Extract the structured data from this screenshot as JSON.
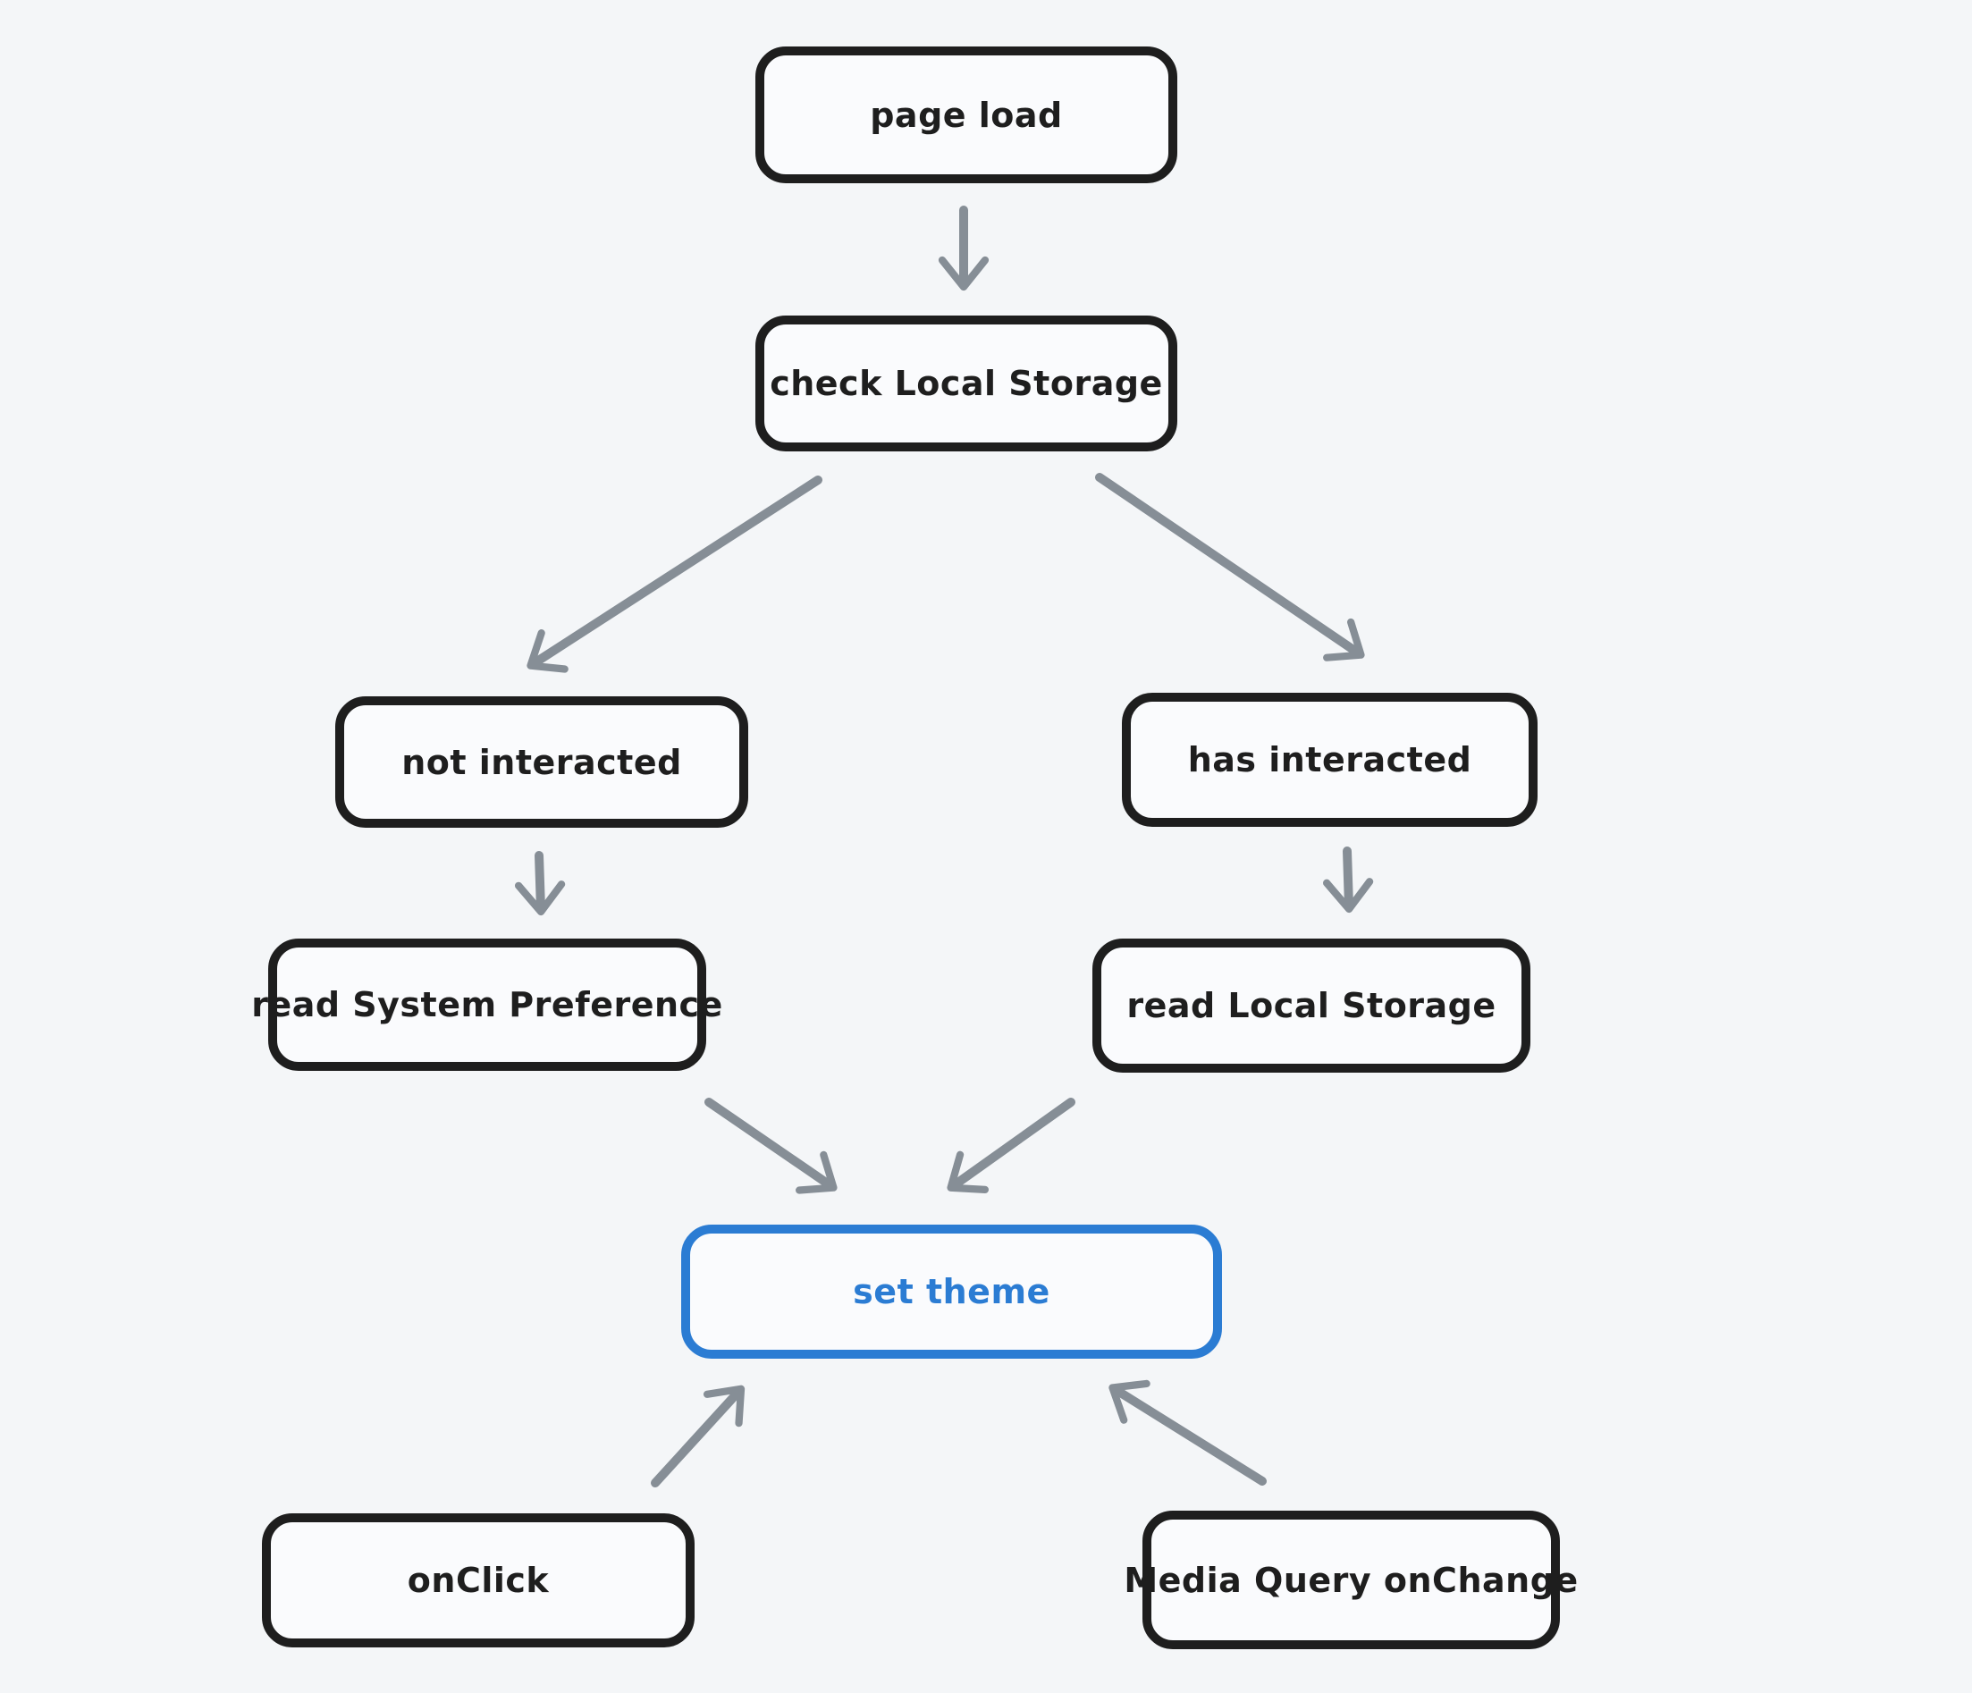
{
  "canvas": {
    "background_color": "#f4f6f8",
    "node_stroke_color": "#1e1e1e",
    "accent_color": "#2b7cd3",
    "arrow_color": "#868e96",
    "node_fill_color": "#fafbfd"
  },
  "diagram": {
    "type": "flowchart",
    "nodes": [
      {
        "id": "page-load",
        "label": "page load",
        "accent": false
      },
      {
        "id": "check-local-storage",
        "label": "check Local Storage",
        "accent": false
      },
      {
        "id": "not-interacted",
        "label": "not interacted",
        "accent": false
      },
      {
        "id": "has-interacted",
        "label": "has interacted",
        "accent": false
      },
      {
        "id": "read-system-preference",
        "label": "read System Preference",
        "accent": false
      },
      {
        "id": "read-local-storage",
        "label": "read Local Storage",
        "accent": false
      },
      {
        "id": "set-theme",
        "label": "set theme",
        "accent": true
      },
      {
        "id": "onclick",
        "label": "onClick",
        "accent": false
      },
      {
        "id": "media-query-onchange",
        "label": "Media Query onChange",
        "accent": false
      }
    ],
    "edges": [
      {
        "from": "page-load",
        "to": "check-local-storage"
      },
      {
        "from": "check-local-storage",
        "to": "not-interacted"
      },
      {
        "from": "check-local-storage",
        "to": "has-interacted"
      },
      {
        "from": "not-interacted",
        "to": "read-system-preference"
      },
      {
        "from": "has-interacted",
        "to": "read-local-storage"
      },
      {
        "from": "read-system-preference",
        "to": "set-theme"
      },
      {
        "from": "read-local-storage",
        "to": "set-theme"
      },
      {
        "from": "onclick",
        "to": "set-theme"
      },
      {
        "from": "media-query-onchange",
        "to": "set-theme"
      }
    ]
  }
}
